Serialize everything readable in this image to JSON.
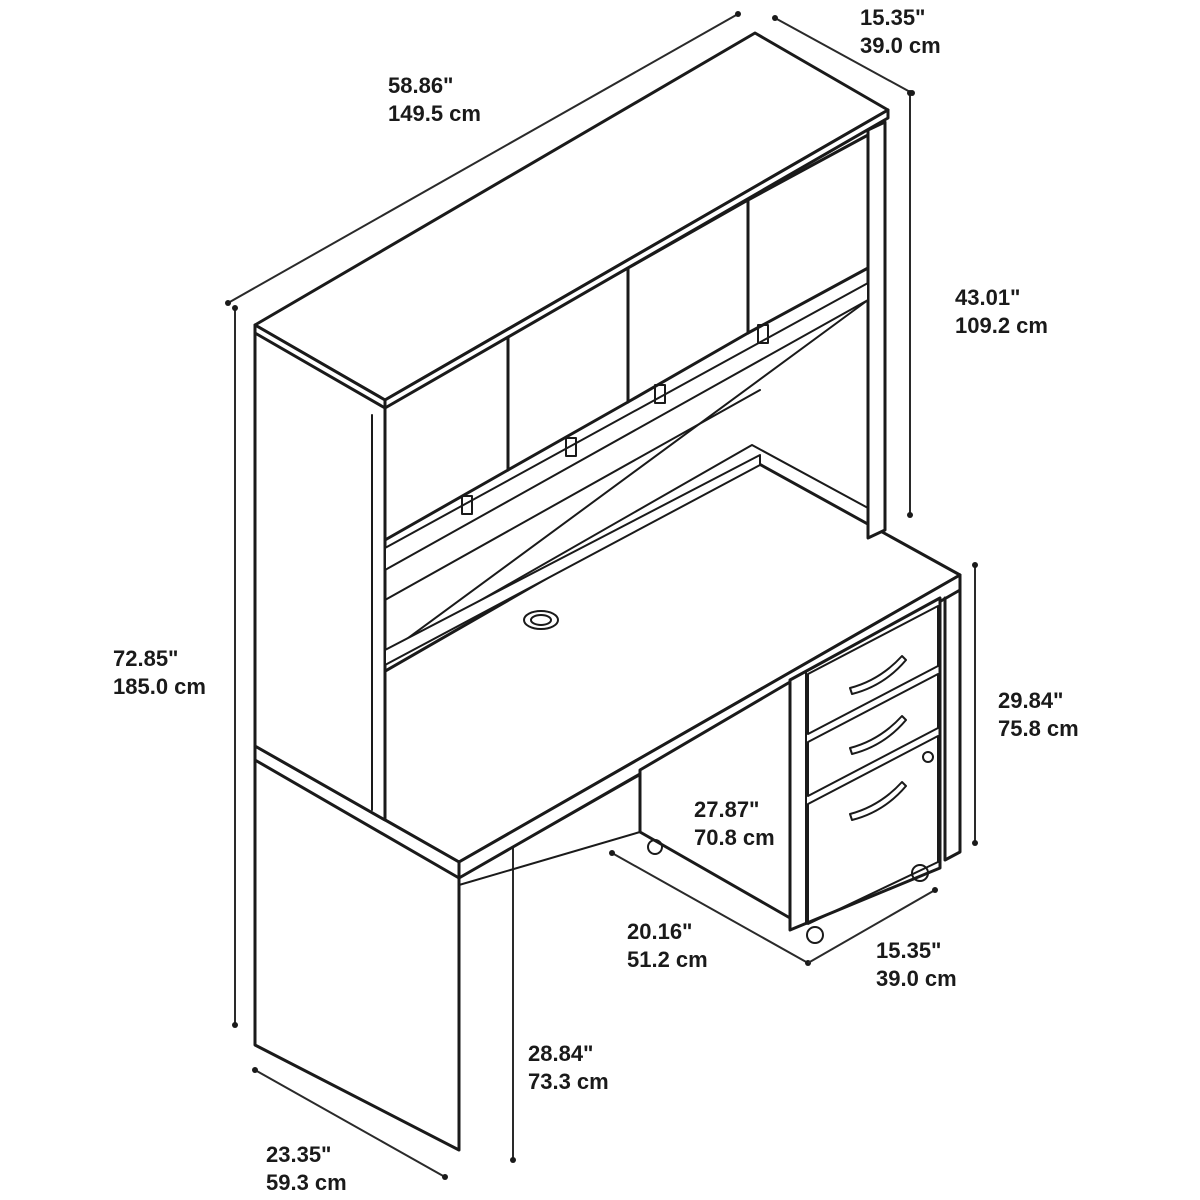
{
  "dimensions": [
    {
      "id": "hutch-width",
      "imperial": "58.86\"",
      "metric": "149.5 cm"
    },
    {
      "id": "hutch-depth",
      "imperial": "15.35\"",
      "metric": "39.0 cm"
    },
    {
      "id": "hutch-height",
      "imperial": "43.01\"",
      "metric": "109.2 cm"
    },
    {
      "id": "overall-height",
      "imperial": "72.85\"",
      "metric": "185.0 cm"
    },
    {
      "id": "pedestal-height",
      "imperial": "29.84\"",
      "metric": "75.8 cm"
    },
    {
      "id": "pedestal-inner-height",
      "imperial": "27.87\"",
      "metric": "70.8 cm"
    },
    {
      "id": "pedestal-depth",
      "imperial": "20.16\"",
      "metric": "51.2 cm"
    },
    {
      "id": "pedestal-width",
      "imperial": "15.35\"",
      "metric": "39.0 cm"
    },
    {
      "id": "knee-clearance",
      "imperial": "28.84\"",
      "metric": "73.3 cm"
    },
    {
      "id": "desk-depth",
      "imperial": "23.35\"",
      "metric": "59.3 cm"
    }
  ],
  "colors": {
    "line": "#1a1a1a",
    "background": "#ffffff"
  }
}
